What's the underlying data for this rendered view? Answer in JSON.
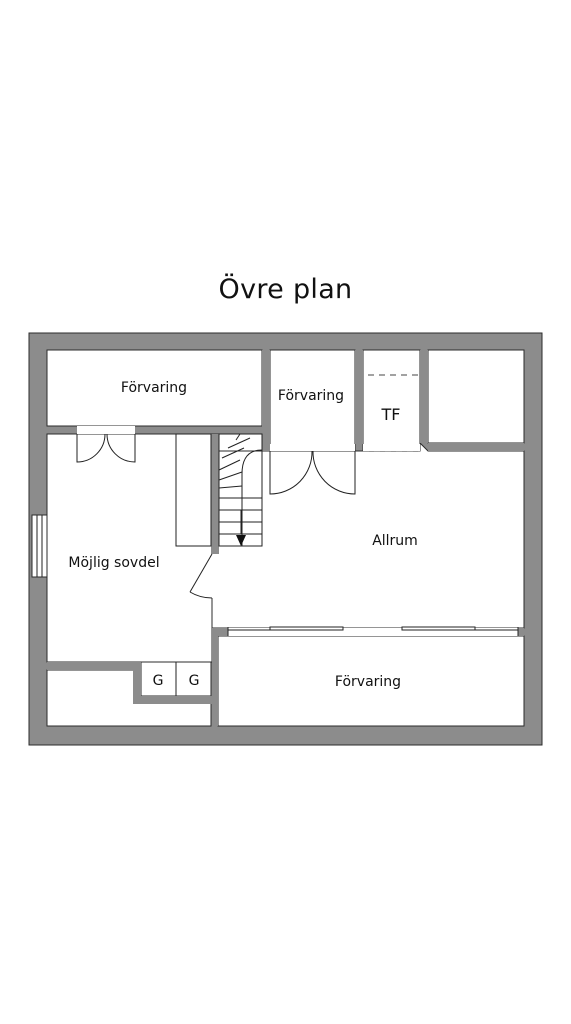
{
  "title": "Övre plan",
  "rooms": {
    "storage_top_left": "Förvaring",
    "storage_top_middle": "Förvaring",
    "tf": "TF",
    "bedroom": "Möjlig sovdel",
    "family_room": "Allrum",
    "storage_bottom": "Förvaring",
    "g1": "G",
    "g2": "G"
  },
  "colors": {
    "wall": "#8c8c8c",
    "outline": "#2b2b2b",
    "background": "#ffffff"
  }
}
